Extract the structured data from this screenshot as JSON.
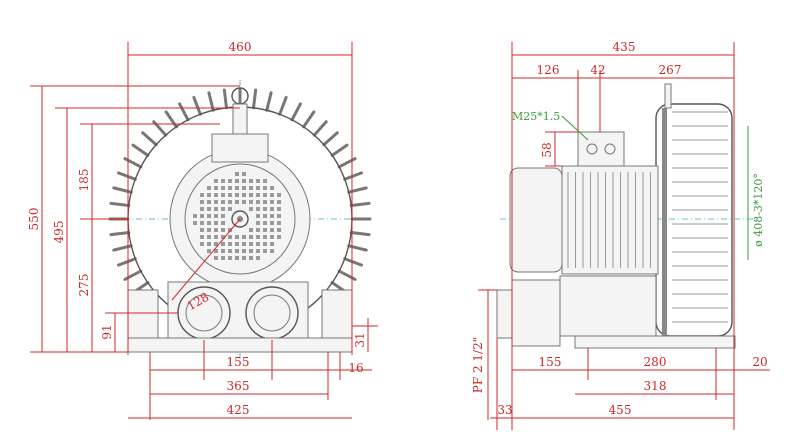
{
  "front_view": {
    "dims": {
      "width_overall": "460",
      "height_overall": "550",
      "height_495": "495",
      "height_185": "185",
      "height_275": "275",
      "height_91": "91",
      "radius_128": "128",
      "foot_31": "31",
      "base_155": "155",
      "base_365": "365",
      "base_425": "425",
      "base_16": "16"
    }
  },
  "side_view": {
    "dims": {
      "width_overall": "435",
      "seg_126": "126",
      "seg_42": "42",
      "seg_267": "267",
      "thread": "M25*1.5",
      "h_58": "58",
      "bolt_circle": "ø 408-3*120°",
      "pipe": "PF 2 1/2\"",
      "base_155": "155",
      "base_280": "280",
      "base_20": "20",
      "base_318": "318",
      "base_33": "33",
      "base_455": "455"
    }
  },
  "colors": {
    "dimension": "#d02828",
    "thread_label": "#3a9a3a",
    "centerline": "#33aacc",
    "outline": "#777777"
  }
}
